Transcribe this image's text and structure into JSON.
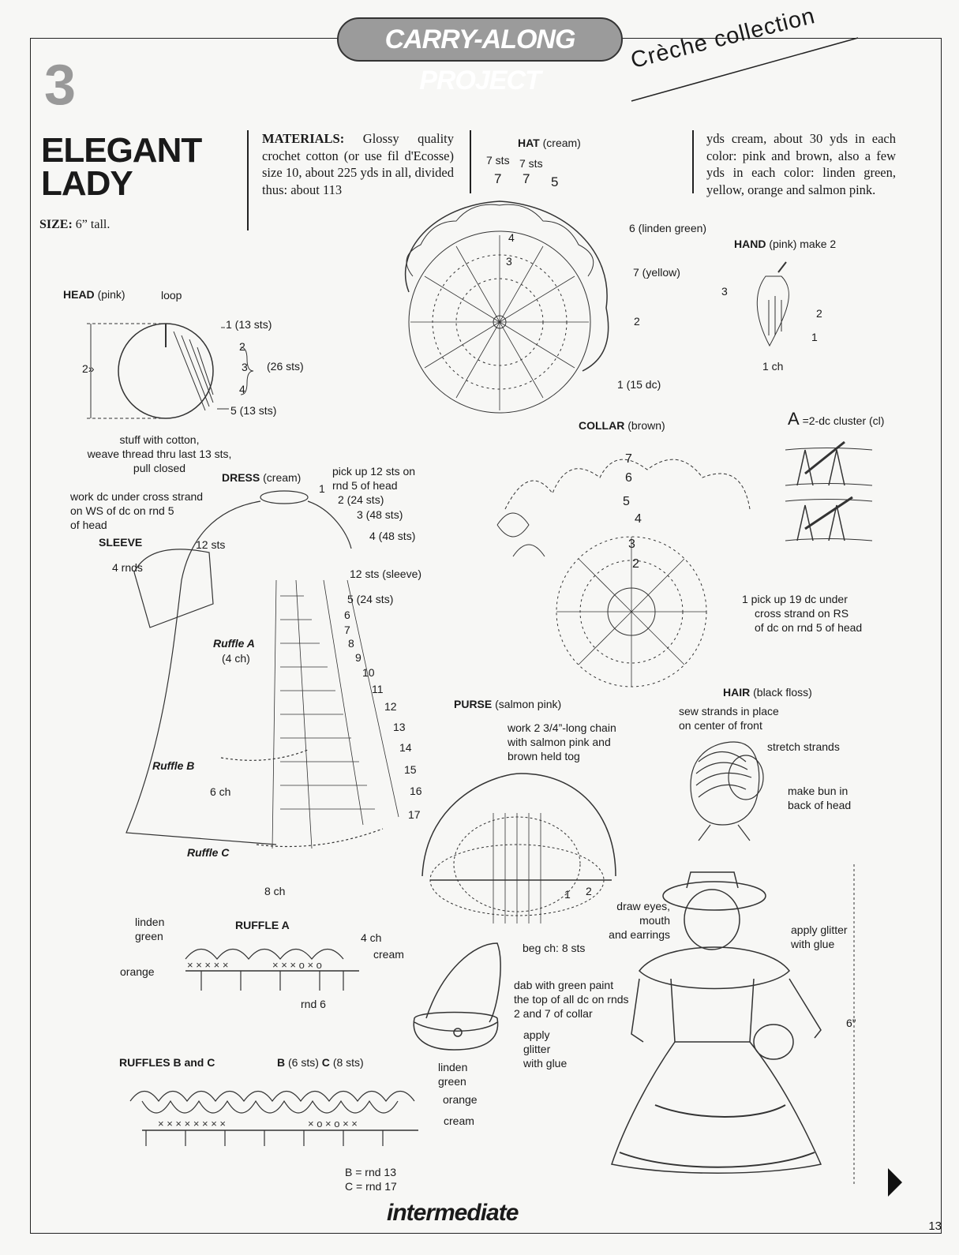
{
  "header": {
    "banner": "CARRY-ALONG PROJECT",
    "project_number": "3",
    "collection": "Crèche collection"
  },
  "title": {
    "line1": "ELEGANT",
    "line2": "LADY"
  },
  "size": {
    "label": "SIZE:",
    "value": "6” tall."
  },
  "materials": {
    "label": "MATERIALS:",
    "text1": "Glossy quality crochet cotton (or use fil d'Ecosse) size 10, about 225 yds in all, divided thus: about 113",
    "text2": "yds cream, about 30 yds in each color: pink and brown, also a few yds in each color: linden green, yellow, orange and salmon pink."
  },
  "hat": {
    "title": "HAT",
    "color": "(cream)",
    "labels": [
      "7 sts",
      "7 sts",
      "7",
      "7",
      "5",
      "6 (linden green)",
      "7 (yellow)",
      "2",
      "1 (15 dc)",
      "4",
      "3"
    ]
  },
  "hand": {
    "title": "HAND",
    "note": "(pink) make 2",
    "labels": [
      "3",
      "2",
      "1",
      "1 ch"
    ]
  },
  "head": {
    "title": "HEAD",
    "color": "(pink)",
    "loop": "loop",
    "height": "2»",
    "labels": [
      "1 (13 sts)",
      "2",
      "3",
      "(26 sts)",
      "4",
      "5 (13 sts)"
    ],
    "note": [
      "stuff with cotton,",
      "weave thread thru last 13 sts,",
      "pull closed"
    ]
  },
  "cluster": {
    "symbol": "A",
    "text": "=2-dc cluster (cl)"
  },
  "collar": {
    "title": "COLLAR",
    "color": "(brown)",
    "rounds": [
      "7",
      "6",
      "5",
      "4",
      "3",
      "2"
    ],
    "note": [
      "1  pick up 19 dc under",
      "cross strand on RS",
      "of dc on rnd 5 of head"
    ]
  },
  "dress": {
    "title": "DRESS",
    "color": "(cream)",
    "pickup": [
      "pick up 12 sts on",
      "rnd 5 of head"
    ],
    "rounds": [
      "1",
      "2 (24 sts)",
      "3 (48 sts)",
      "4 (48 sts)",
      "12 sts (sleeve)",
      "5 (24 sts)",
      "6",
      "7",
      "8",
      "9",
      "10",
      "11",
      "12",
      "13",
      "14",
      "15",
      "16",
      "17"
    ],
    "work_note": [
      "work dc under cross strand",
      "on WS of dc on rnd 5",
      "of head"
    ],
    "sleeve": "SLEEVE",
    "sleeve_sts": "12 sts",
    "sleeve_rnds": "4 rnds",
    "ruffle_a": "Ruffle A",
    "ruffle_a_ch": "(4 ch)",
    "ruffle_b": "Ruffle B",
    "ruffle_b_ch": "6 ch",
    "ruffle_c": "Ruffle C",
    "ruffle_c_ch": "8 ch"
  },
  "purse": {
    "title": "PURSE",
    "color": "(salmon pink)",
    "chain_note": [
      "work 2 3/4”-long chain",
      "with salmon pink and",
      "brown held tog"
    ],
    "rounds": [
      "1",
      "2"
    ],
    "beg": "beg ch: 8 sts",
    "dab_note": [
      "dab with green paint",
      "the top of all dc on rnds",
      "2 and 7 of collar"
    ],
    "glitter": [
      "apply",
      "glitter",
      "with glue"
    ]
  },
  "hair": {
    "title": "HAIR",
    "color": "(black floss)",
    "notes": [
      "sew strands in place",
      "on center of front",
      "stretch strands",
      "make bun in",
      "back of head"
    ]
  },
  "finished": {
    "eyes": [
      "draw eyes,",
      "mouth",
      "and earrings"
    ],
    "glitter": [
      "apply glitter",
      "with glue"
    ],
    "height": "6”"
  },
  "ruffle_a_chart": {
    "title": "RUFFLE A",
    "labels": [
      "linden",
      "green",
      "orange",
      "4 ch",
      "cream",
      "rnd 6"
    ]
  },
  "ruffles_bc": {
    "title": "RUFFLES B and C",
    "b": "B",
    "b_sts": "(6 sts)",
    "c": "C",
    "c_sts": "(8 sts)",
    "labels": [
      "linden",
      "green",
      "orange",
      "cream"
    ],
    "rnd_b": "B = rnd 13",
    "rnd_c": "C = rnd 17"
  },
  "footer": {
    "level": "intermediate",
    "page": "13"
  }
}
